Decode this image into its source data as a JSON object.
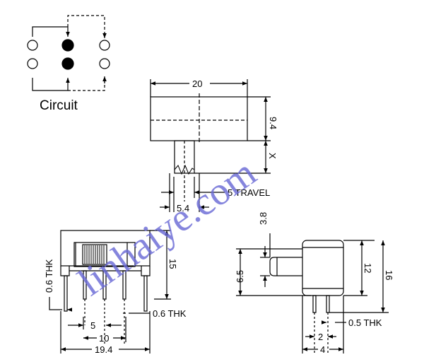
{
  "circuit": {
    "label": "Circuit"
  },
  "watermark": {
    "text": "linhaiye.com",
    "color": "#6b6bd6"
  },
  "top_view": {
    "width": "20",
    "height": "9.4",
    "x_label": "X",
    "pin_width": "5.4",
    "travel": "5 TRAVEL"
  },
  "front_view": {
    "height": "15",
    "thickness_left": "0.6 THK",
    "thickness_right": "0.6 THK",
    "pitch": "5",
    "span": "10",
    "width": "19.4"
  },
  "side_view": {
    "actuator": "3.8",
    "offset": "6.5",
    "body_height": "12",
    "total_height": "16",
    "pin_gap": "2",
    "pin_thickness": "0.5 THK",
    "depth": "4"
  }
}
